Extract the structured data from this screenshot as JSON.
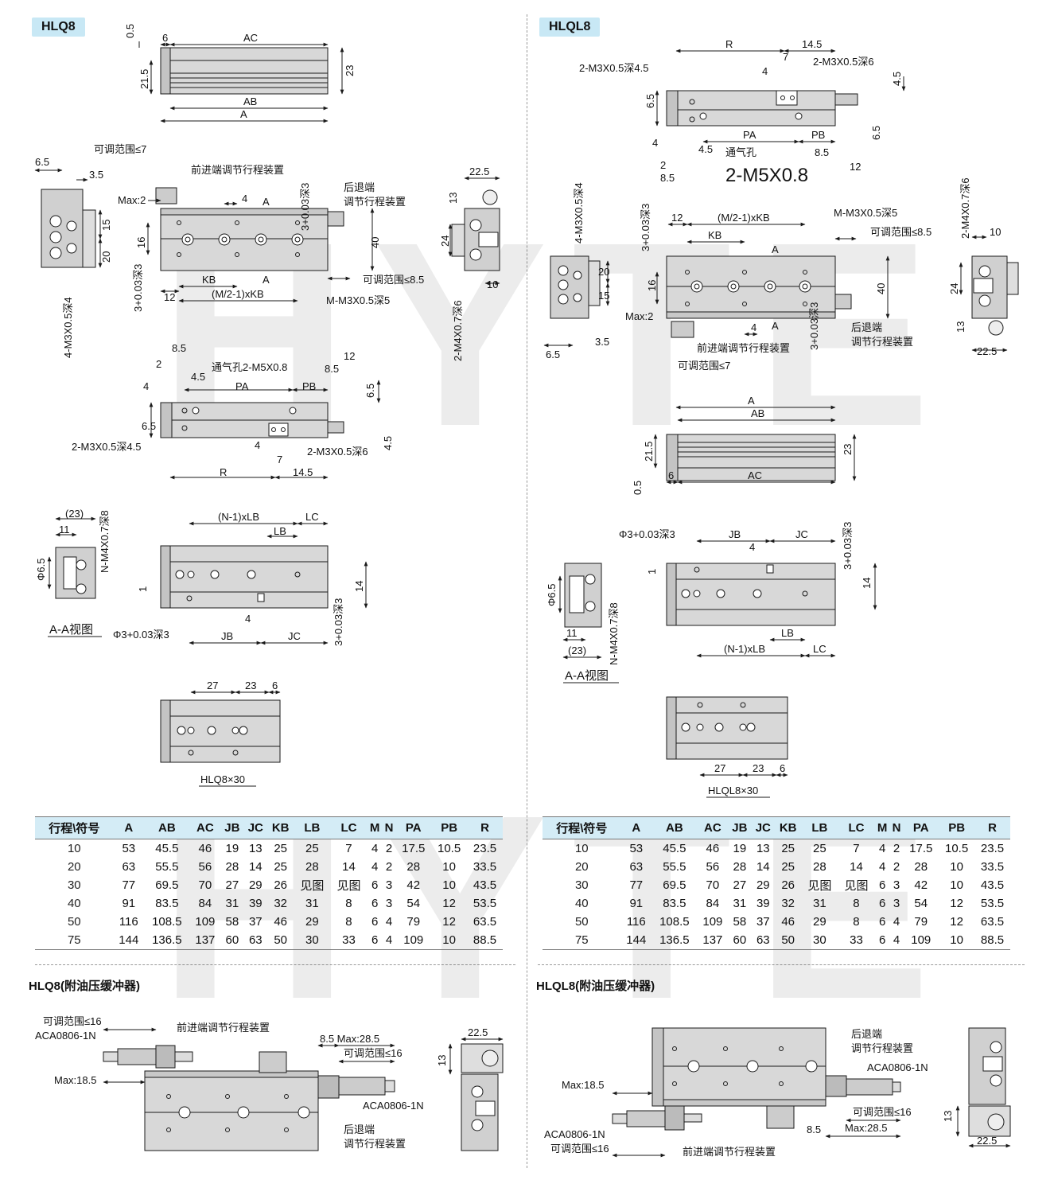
{
  "left": {
    "model_tag": "HLQ8",
    "buffer_title": "HLQ8(附油压缓冲器)",
    "model_label": "HLQ8×30",
    "view_label": "A-A视图"
  },
  "right": {
    "model_tag": "HLQL8",
    "buffer_title": "HLQL8(附油压缓冲器)",
    "model_label": "HLQL8×30",
    "view_label": "A-A视图"
  },
  "watermark": "HYTE",
  "labels": {
    "adj_range_7": "可调范围≤7",
    "adj_range_85": "可调范围≤8.5",
    "adj_range_16": "可调范围≤16",
    "front_adjust": "前进端调节行程装置",
    "rear_end": "后退端",
    "rear_adjust": "调节行程装置",
    "vent_hole": "通气孔",
    "vent_hole_full": "通气孔2-M5X0.8",
    "vent_big": "2-M5X0.8",
    "m3_45": "2-M3X0.5深4.5",
    "m3_6": "2-M3X0.5深6",
    "m3_5": "M-M3X0.5深5",
    "m3_4x": "4-M3X0.5深4",
    "m4_6": "2-M4X0.7深6",
    "m4_8": "N-M4X0.7深8",
    "phi3": "Φ3+0.03深3",
    "depth3": "3+0.03深3",
    "mkb": "(M/2-1)xKB",
    "nlb": "(N-1)xLB",
    "aca": "ACA0806-1N",
    "max2": "Max:2",
    "max185": "Max:18.5",
    "max285": "Max:28.5",
    "max285b": "8.5 Max:28.5",
    "phi65": "Φ6.5",
    "d23": "(23)",
    "nums": {
      "d0_5": "0.5",
      "d6": "6",
      "d21_5": "21.5",
      "d23": "23",
      "d6_5": "6.5",
      "d3_5": "3.5",
      "d4": "4",
      "d15": "15",
      "d20": "20",
      "d16": "16",
      "d40": "40",
      "d12": "12",
      "d22_5": "22.5",
      "d13": "13",
      "d24": "24",
      "d10": "10",
      "d8_5": "8.5",
      "d2": "2",
      "d4_5": "4.5",
      "d7": "7",
      "d14_5": "14.5",
      "d11": "11",
      "d1": "1",
      "d14": "14",
      "d27": "27"
    },
    "letters": {
      "AC": "AC",
      "AB": "AB",
      "A": "A",
      "KB": "KB",
      "PA": "PA",
      "PB": "PB",
      "R": "R",
      "LB": "LB",
      "LC": "LC",
      "JB": "JB",
      "JC": "JC"
    }
  },
  "table": {
    "headers": [
      "行程\\符号",
      "A",
      "AB",
      "AC",
      "JB",
      "JC",
      "KB",
      "LB",
      "LC",
      "M",
      "N",
      "PA",
      "PB",
      "R"
    ],
    "rows": [
      [
        "10",
        "53",
        "45.5",
        "46",
        "19",
        "13",
        "25",
        "25",
        "7",
        "4",
        "2",
        "17.5",
        "10.5",
        "23.5"
      ],
      [
        "20",
        "63",
        "55.5",
        "56",
        "28",
        "14",
        "25",
        "28",
        "14",
        "4",
        "2",
        "28",
        "10",
        "33.5"
      ],
      [
        "30",
        "77",
        "69.5",
        "70",
        "27",
        "29",
        "26",
        "见图",
        "见图",
        "6",
        "3",
        "42",
        "10",
        "43.5"
      ],
      [
        "40",
        "91",
        "83.5",
        "84",
        "31",
        "39",
        "32",
        "31",
        "8",
        "6",
        "3",
        "54",
        "12",
        "53.5"
      ],
      [
        "50",
        "116",
        "108.5",
        "109",
        "58",
        "37",
        "46",
        "29",
        "8",
        "6",
        "4",
        "79",
        "12",
        "63.5"
      ],
      [
        "75",
        "144",
        "136.5",
        "137",
        "60",
        "63",
        "50",
        "30",
        "33",
        "6",
        "4",
        "109",
        "10",
        "88.5"
      ]
    ]
  },
  "colors": {
    "body": "#d8d8d8",
    "body_dark": "#bcbcbc",
    "line": "#1a1a1a",
    "tag_bg": "#c8e8f5",
    "table_head": "#d4ecf6"
  }
}
